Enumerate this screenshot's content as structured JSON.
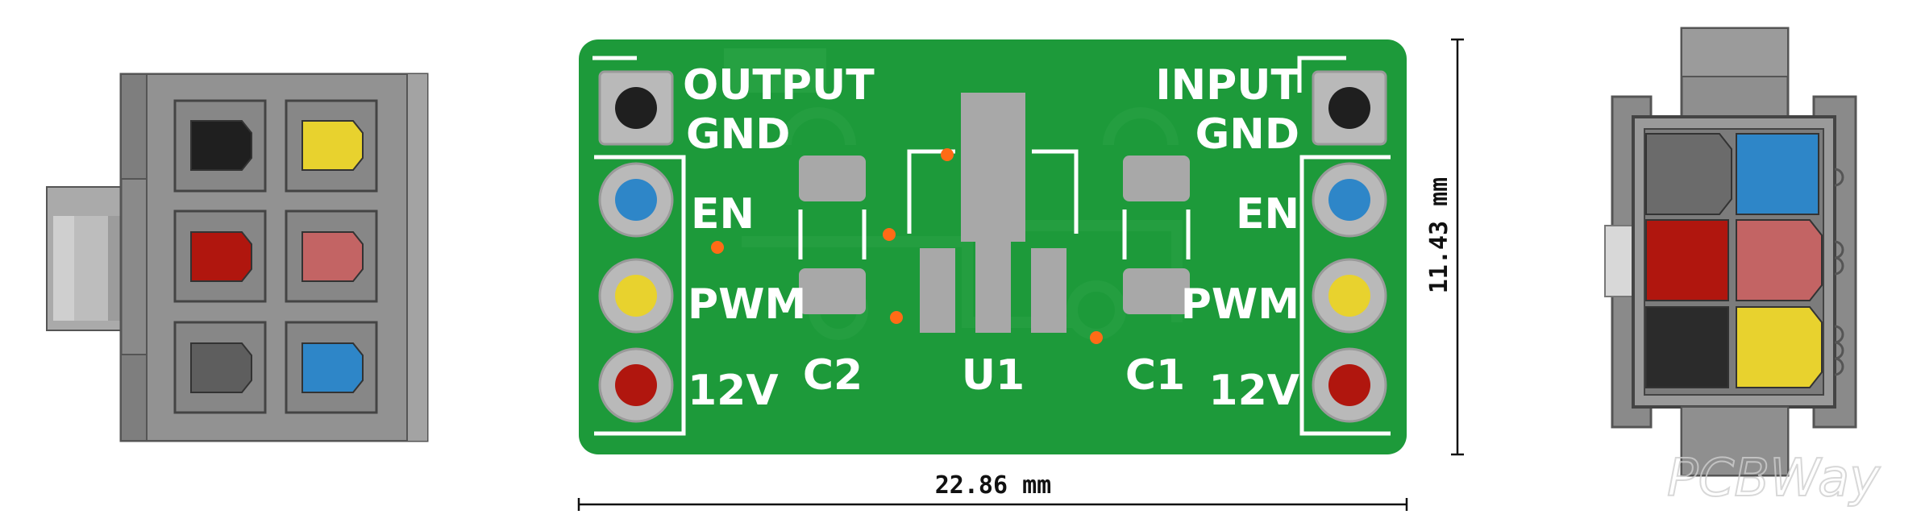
{
  "board": {
    "output_label": "OUTPUT",
    "output_gnd_label": "GND",
    "input_label": "INPUT",
    "input_gnd_label": "GND",
    "left_pins": [
      "EN",
      "PWM",
      "12V"
    ],
    "right_pins": [
      "EN",
      "PWM",
      "12V"
    ],
    "refdes": [
      "C2",
      "U1",
      "C1"
    ]
  },
  "dimensions": {
    "width": "22.86 mm",
    "height": "11.43 mm"
  },
  "watermark": "PCBWay",
  "colors": {
    "pcb_green": "#1d9a3a",
    "gnd_pad": "#1f1f1f",
    "en_pad": "#2e86c8",
    "pwm_pad": "#e8d22e",
    "v12_pad": "#b0160e",
    "housing": "#8a8a8a"
  }
}
